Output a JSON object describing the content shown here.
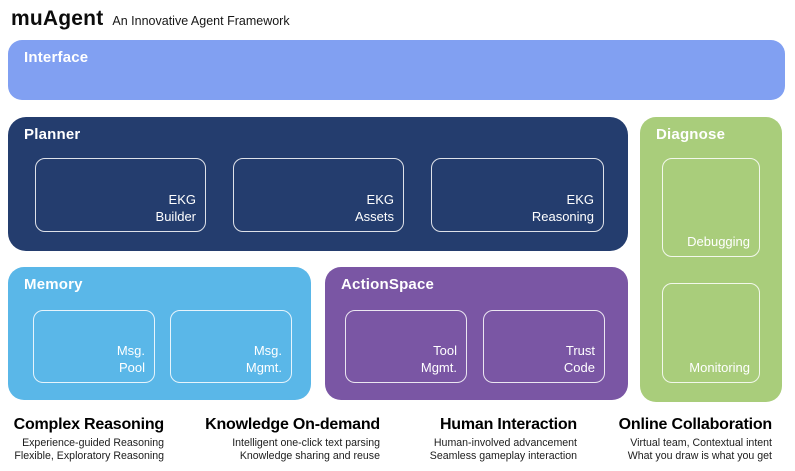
{
  "header": {
    "title": "muAgent",
    "subtitle": "An Innovative Agent Framework"
  },
  "colors": {
    "interface": "#81A0F2",
    "planner": "#243D6E",
    "memory": "#5AB7E8",
    "actionspace": "#7A56A4",
    "diagnose": "#A9CD7B",
    "subbox_border": "rgba(255,255,255,0.85)",
    "background": "#FFFFFF"
  },
  "blocks": {
    "interface": {
      "label": "Interface"
    },
    "planner": {
      "label": "Planner",
      "items": [
        {
          "line1": "EKG",
          "line2": "Builder"
        },
        {
          "line1": "EKG",
          "line2": "Assets"
        },
        {
          "line1": "EKG",
          "line2": "Reasoning"
        }
      ]
    },
    "memory": {
      "label": "Memory",
      "items": [
        {
          "line1": "Msg.",
          "line2": "Pool"
        },
        {
          "line1": "Msg.",
          "line2": "Mgmt."
        }
      ]
    },
    "actionspace": {
      "label": "ActionSpace",
      "items": [
        {
          "line1": "Tool",
          "line2": "Mgmt."
        },
        {
          "line1": "Trust",
          "line2": "Code"
        }
      ]
    },
    "diagnose": {
      "label": "Diagnose",
      "items": [
        {
          "label": "Debugging"
        },
        {
          "label": "Monitoring"
        }
      ]
    }
  },
  "features": [
    {
      "title": "Complex Reasoning",
      "lines": [
        "Experience-guided Reasoning",
        "Flexible, Exploratory Reasoning"
      ]
    },
    {
      "title": "Knowledge On-demand",
      "lines": [
        "Intelligent one-click text parsing",
        "Knowledge sharing and reuse"
      ]
    },
    {
      "title": "Human Interaction",
      "lines": [
        "Human-involved advancement",
        "Seamless gameplay interaction"
      ]
    },
    {
      "title": "Online Collaboration",
      "lines": [
        "Virtual team, Contextual intent",
        "What you draw is what you get"
      ]
    }
  ]
}
